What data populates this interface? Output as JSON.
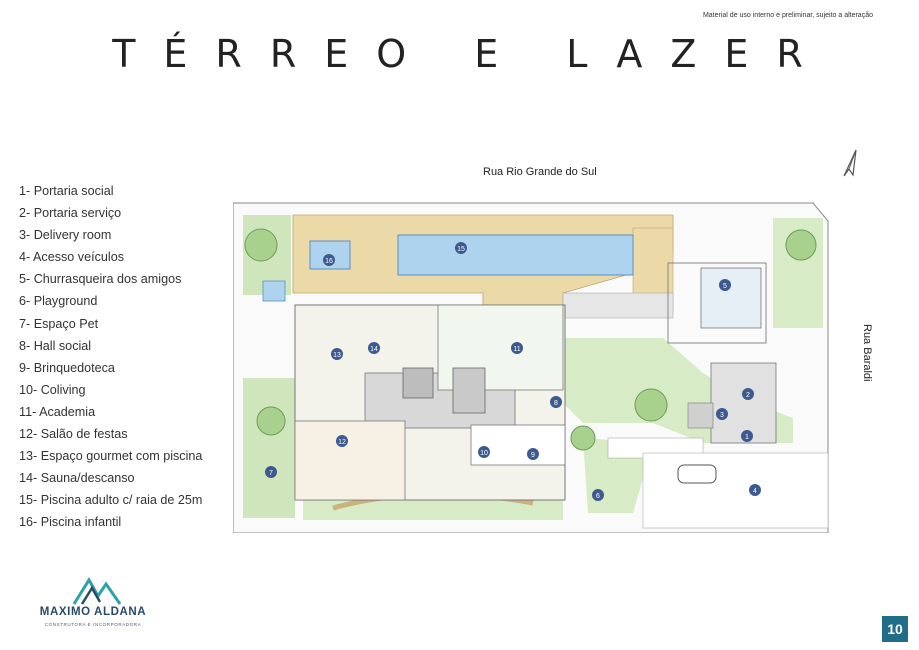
{
  "header": {
    "disclaimer": "Material de uso interno e preliminar, sujeito a alteração",
    "title": "TÉRREO E LAZER"
  },
  "legend": [
    "1- Portaria social",
    "2- Portaria serviço",
    "3- Delivery room",
    "4- Acesso veículos",
    "5- Churrasqueira dos amigos",
    "6- Playground",
    "7- Espaço Pet",
    "8- Hall social",
    "9- Brinquedoteca",
    "10- Coliving",
    "11- Academia",
    "12- Salão de festas",
    "13- Espaço gourmet com piscina",
    "14- Sauna/descanso",
    "15- Piscina adulto c/ raia de 25m",
    "16- Piscina infantil"
  ],
  "map": {
    "street_top": "Rua Rio Grande do Sul",
    "street_right": "Rua Baraldi",
    "north_arrow": "north-arrow-icon",
    "markers": [
      "1",
      "2",
      "3",
      "4",
      "5",
      "6",
      "7",
      "8",
      "9",
      "10",
      "11",
      "12",
      "13",
      "14",
      "15",
      "16"
    ],
    "colors": {
      "marker": "#3c5a8f",
      "grass": "#cfe6bd",
      "deck": "#ecd9a8",
      "pool": "#aed3ee",
      "building": "#d8d8d8"
    }
  },
  "brand": {
    "name": "MAXIMO ALDANA",
    "tagline": "CONSTRUTORA E INCORPORADORA",
    "colors": {
      "primary": "#2a4a68",
      "accent": "#2aa3a8"
    }
  },
  "footer": {
    "page_number": "10",
    "badge_color": "#1f6d87"
  }
}
